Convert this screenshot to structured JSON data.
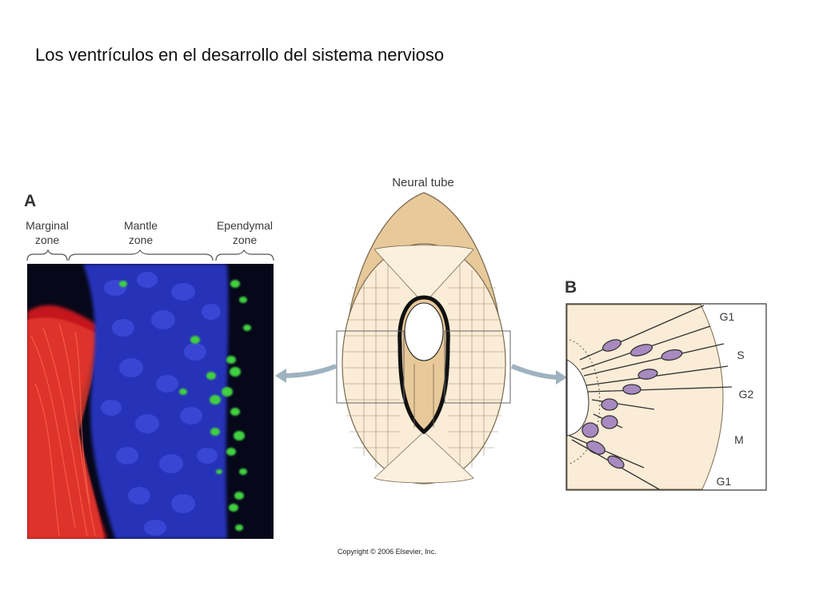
{
  "slide": {
    "title": "Los ventrículos en el desarrollo del sistema nervioso"
  },
  "panel_a": {
    "letter": "A",
    "zones": [
      {
        "line1": "Marginal",
        "line2": "zone"
      },
      {
        "line1": "Mantle",
        "line2": "zone"
      },
      {
        "line1": "Ependymal",
        "line2": "zone"
      }
    ]
  },
  "neural_tube": {
    "label": "Neural tube"
  },
  "panel_b": {
    "letter": "B",
    "phases": [
      "G1",
      "S",
      "G2",
      "M",
      "G1"
    ]
  },
  "copyright": "Copyright © 2006 Elsevier, Inc.",
  "colors": {
    "marginal_stain": "#e0201c",
    "mantle_stain": "#2a35c8",
    "ependymal_stain": "#39c83c",
    "tube_tan": "#e8c99a",
    "tube_cream": "#faecd6",
    "cell_violet": "#a88ac0",
    "arrow": "#9fb2c0"
  }
}
